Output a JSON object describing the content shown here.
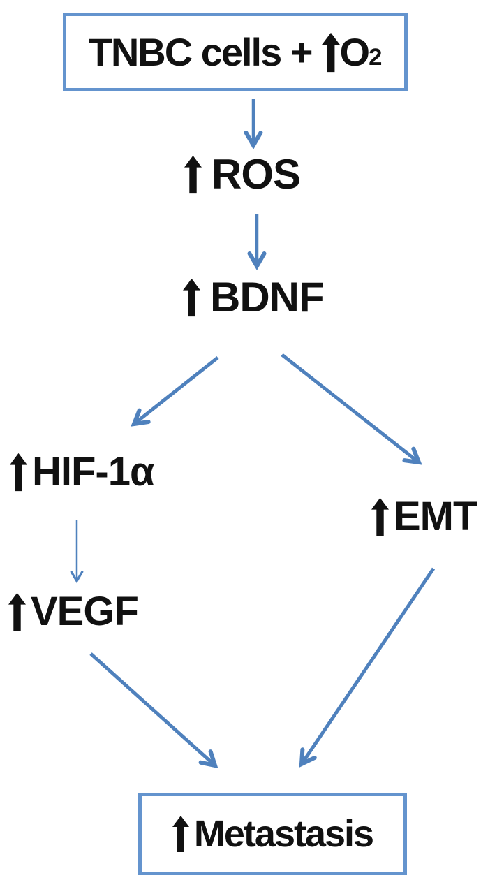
{
  "figure": {
    "description": "Signaling pathway flowchart",
    "colors": {
      "arrow_blue": "#4f81bd",
      "box_border_blue": "#6494ce",
      "text_black": "#111111",
      "background": "#ffffff"
    },
    "nodes": {
      "tnbc_box": {
        "prefix": "TNBC cells +",
        "symbol": "O",
        "subscript": "2"
      },
      "ros": {
        "label": "ROS"
      },
      "bdnf": {
        "label": "BDNF"
      },
      "hif1a": {
        "label": "HIF-1α"
      },
      "emt": {
        "label": "EMT"
      },
      "vegf": {
        "label": "VEGF"
      },
      "metastasis": {
        "label": "Metastasis"
      }
    },
    "edges": [
      {
        "from": "TNBC cells + ↑O2",
        "to": "↑ ROS"
      },
      {
        "from": "↑ ROS",
        "to": "↑ BDNF"
      },
      {
        "from": "↑ BDNF",
        "to": "↑ HIF-1α"
      },
      {
        "from": "↑ BDNF",
        "to": "↑ EMT"
      },
      {
        "from": "↑ HIF-1α",
        "to": "↑ VEGF"
      },
      {
        "from": "↑ VEGF",
        "to": "↑ Metastasis"
      },
      {
        "from": "↑ EMT",
        "to": "↑ Metastasis"
      }
    ]
  }
}
